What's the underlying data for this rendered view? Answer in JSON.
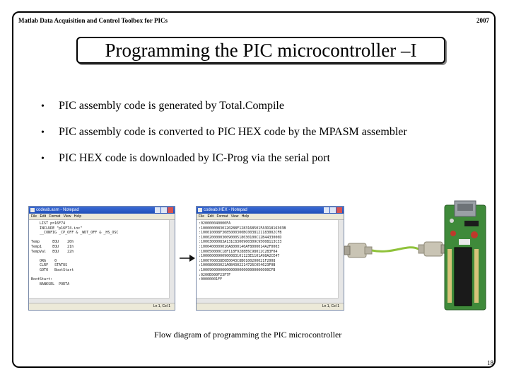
{
  "header": {
    "left": "Matlab Data Acquisition and Control Toolbox for PICs",
    "right": "2007"
  },
  "title": "Programming the PIC microcontroller –I",
  "bullets": [
    "PIC assembly code is generated by Total.Compile",
    "PIC assembly code is converted to PIC HEX code by the MPASM assembler",
    "PIC HEX code is downloaded by IC-Prog via the serial port"
  ],
  "bullet_symbol": "•",
  "figure": {
    "caption": "Flow diagram of programming the PIC microcontroller",
    "asm_window": {
      "title": "codeab.asm - Notepad",
      "menu": "File Edit Format View Help",
      "code": "    LIST p=16F74\n    INCLUDE \"p16F74.inc\"\n    __CONFIG _CP_OFF & _WDT_OFF & _HS_OSC\n\nTemp      EQU    20h\nTemp1     EQU    21h\nTempVal   EQU    22h\n\n    ORG    0\n    CLRF   STATUS\n    GOTO   BootStart\n\nBootStart:\n    BANKSEL  PORTA",
      "status": "Ln 1, Col 1"
    },
    "hex_window": {
      "title": "codeab.HEX - Notepad",
      "menu": "File Edit Format View Help",
      "code": ":020000040000FA\n:10000000830120288F1283168501FA3D1816303B\n:100010008F3085000300BC0038121183002CFB\n:10002000003009000518030100C12B4433000D\n:10003000083A131C8300900309C95008113C33\n:1000400009010A8000140AF8000014A2F0003\n:100050000C18F118F9288E6C98012C2B3F04\n:10006000900900083101123E1101A98A2CE47\n:1000700038E6E0043C8B0100200021F2008\n:100080003021A0B4302214726C054623F0B\n:10009000000000000000000000000000CFB\n:0200E000F23F7F\n:00000001FF",
      "status": "Ln 1, Col 1"
    }
  },
  "page_number": "18"
}
